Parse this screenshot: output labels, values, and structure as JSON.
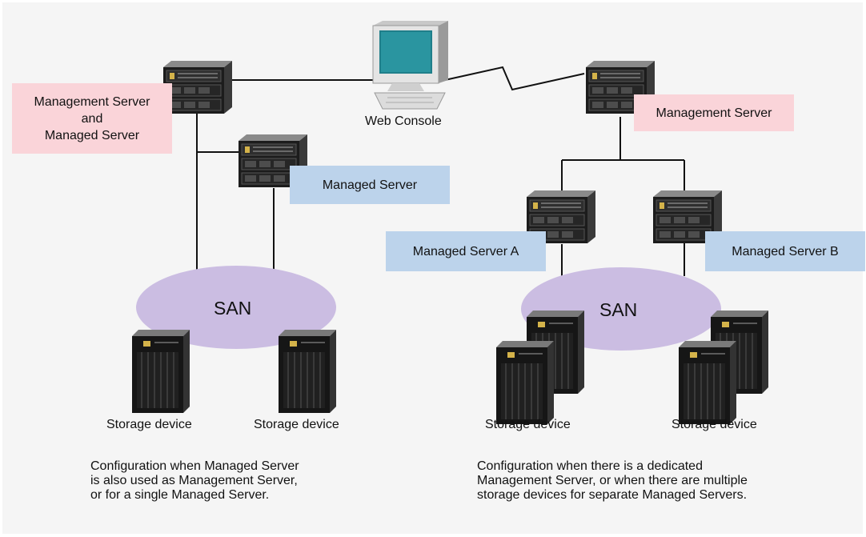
{
  "labels": {
    "mgmt_and_managed": [
      "Management Server",
      "and",
      "Managed Server"
    ],
    "managed_server_left": "Managed Server",
    "web_console": "Web Console",
    "management_server_right": "Management Server",
    "managed_server_a": "Managed Server A",
    "managed_server_b": "Managed Server B",
    "san_left": "SAN",
    "san_right": "SAN",
    "storage_device": "Storage device"
  },
  "captions": {
    "left": [
      "Configuration when Managed Server",
      "is also used as Management Server,",
      "or for a single Managed Server."
    ],
    "right": [
      "Configuration when there is a dedicated",
      "Management Server, or when there are multiple",
      "storage devices for separate Managed Servers."
    ]
  },
  "colors": {
    "management_label_bg": "#fad4d9",
    "managed_label_bg": "#bcd3eb",
    "san_fill": "#cbbde2",
    "server_body": "#1c1c1c"
  },
  "icons": [
    "server-icon",
    "monitor-icon",
    "storage-device-icon"
  ]
}
